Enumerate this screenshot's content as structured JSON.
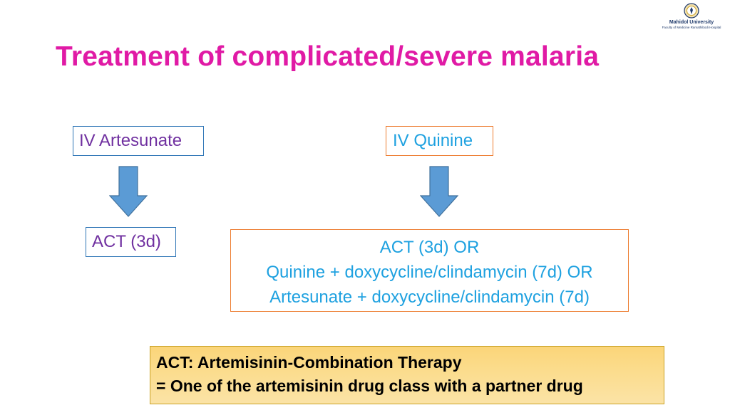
{
  "header": {
    "logo": {
      "name": "Mahidol University",
      "subtitle": "Faculty of Medicine Ramathibodi Hospital"
    },
    "title": "Treatment of complicated/severe malaria"
  },
  "flow": {
    "left": {
      "start": "IV Artesunate",
      "result": "ACT (3d)"
    },
    "right": {
      "start": "IV Quinine",
      "results": [
        "ACT (3d) OR",
        "Quinine + doxycycline/clindamycin (7d) OR",
        "Artesunate + doxycycline/clindamycin (7d)"
      ]
    }
  },
  "note": {
    "line1": "ACT: Artemisinin-Combination Therapy",
    "line2": "= One of the artemisinin drug class with a partner drug"
  },
  "colors": {
    "title": "#e01aa5",
    "left_text": "#7030a0",
    "right_text": "#1ea1e0",
    "arrow": "#5b9bd5",
    "note_bg": "#fbd579"
  },
  "icons": {
    "logo": "university-seal-icon",
    "arrow": "down-arrow-icon"
  }
}
